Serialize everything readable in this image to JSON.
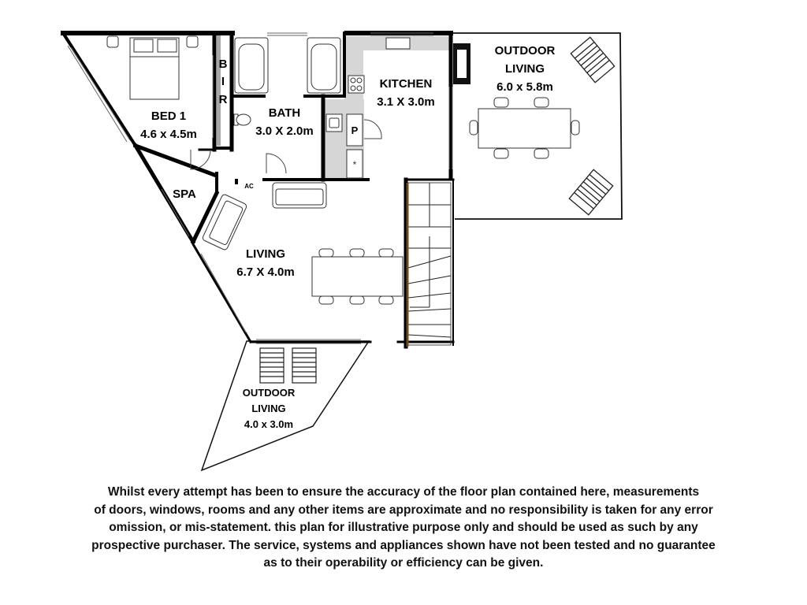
{
  "rooms": {
    "bed1": {
      "name": "BED 1",
      "dims": "4.6 x 4.5m"
    },
    "bath": {
      "name": "BATH",
      "dims": "3.0 X 2.0m"
    },
    "kitchen": {
      "name": "KITCHEN",
      "dims": "3.1 X 3.0m"
    },
    "outdoor_top": {
      "name_line1": "OUTDOOR",
      "name_line2": "LIVING",
      "dims": "6.0 x 5.8m"
    },
    "spa": {
      "name": "SPA"
    },
    "living": {
      "name": "LIVING",
      "dims": "6.7 X 4.0m"
    },
    "outdoor_bottom": {
      "name_line1": "OUTDOOR",
      "name_line2": "LIVING",
      "dims": "4.0 x 3.0m"
    }
  },
  "fixtures": {
    "bir": [
      "B",
      "I",
      "R"
    ],
    "pantry": "P",
    "ac": "AC"
  },
  "disclaimer": [
    "Whilst every attempt has been to ensure the accuracy of the floor plan contained here, measurements",
    "of doors, windows, rooms and any other items are approximate and no responsibility is taken for any error",
    "omission, or mis-statement. this plan for illustrative purpose only and should be used as such by any",
    "prospective purchaser. The service, systems and appliances shown have not been tested and no guarantee",
    "as to their operability or efficiency can be given."
  ],
  "colors": {
    "wall": "#000000",
    "kitchen_bench": "#d4d4d4",
    "bir_bar": "#a8a8a8",
    "stair_rail": "#6b4a22"
  }
}
